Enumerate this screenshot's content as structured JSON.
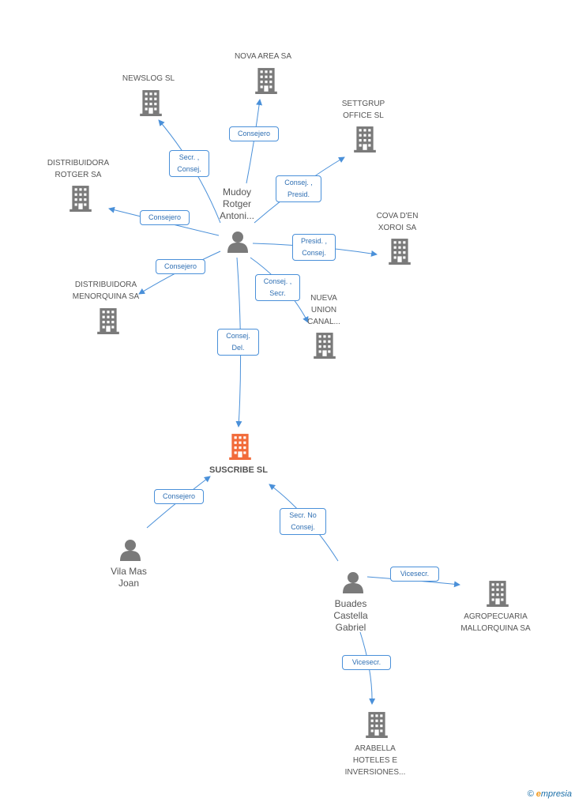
{
  "nodes": {
    "nova_area": {
      "lines": [
        "NOVA AREA SA"
      ]
    },
    "newslog": {
      "lines": [
        "NEWSLOG SL"
      ]
    },
    "settgrup": {
      "lines": [
        "SETTGRUP",
        "OFFICE SL"
      ]
    },
    "rotger": {
      "lines": [
        "DISTRIBUIDORA",
        "ROTGER SA"
      ]
    },
    "cova": {
      "lines": [
        "COVA D'EN",
        "XOROI SA"
      ]
    },
    "menorquina": {
      "lines": [
        "DISTRIBUIDORA",
        "MENORQUINA SA"
      ]
    },
    "nueva_union": {
      "lines": [
        "NUEVA",
        "UNION",
        "CANAL..."
      ]
    },
    "mudoy": {
      "lines": [
        "Mudoy",
        "Rotger",
        "Antoni..."
      ]
    },
    "suscribe": {
      "lines": [
        "SUSCRIBE SL"
      ]
    },
    "vila": {
      "lines": [
        "Vila Mas",
        "Joan"
      ]
    },
    "buades": {
      "lines": [
        "Buades",
        "Castella",
        "Gabriel"
      ]
    },
    "agropecuaria": {
      "lines": [
        "AGROPECUARIA",
        "MALLORQUINA SA"
      ]
    },
    "arabella": {
      "lines": [
        "ARABELLA",
        "HOTELES E",
        "INVERSIONES..."
      ]
    }
  },
  "edges": {
    "nova_area": [
      "Consejero"
    ],
    "newslog": [
      "Secr. ,",
      "Consej."
    ],
    "settgrup": [
      "Consej. ,",
      "Presid."
    ],
    "rotger": [
      "Consejero"
    ],
    "cova": [
      "Presid. ,",
      "Consej."
    ],
    "menorquina": [
      "Consejero"
    ],
    "nueva_union": [
      "Consej. ,",
      "Secr."
    ],
    "suscribe": [
      "Consej.",
      "Del."
    ],
    "vila": [
      "Consejero"
    ],
    "buades": [
      "Secr.  No",
      "Consej."
    ],
    "agropecuaria": [
      "Vicesecr."
    ],
    "arabella": [
      "Vicesecr."
    ]
  },
  "colors": {
    "edge": "#4a90d9",
    "company_icon": "#7a7a7a",
    "main_icon": "#f26b3a",
    "person_icon": "#7a7a7a"
  },
  "brand": {
    "copyright": "©",
    "e": "e",
    "name": "mpresia"
  }
}
